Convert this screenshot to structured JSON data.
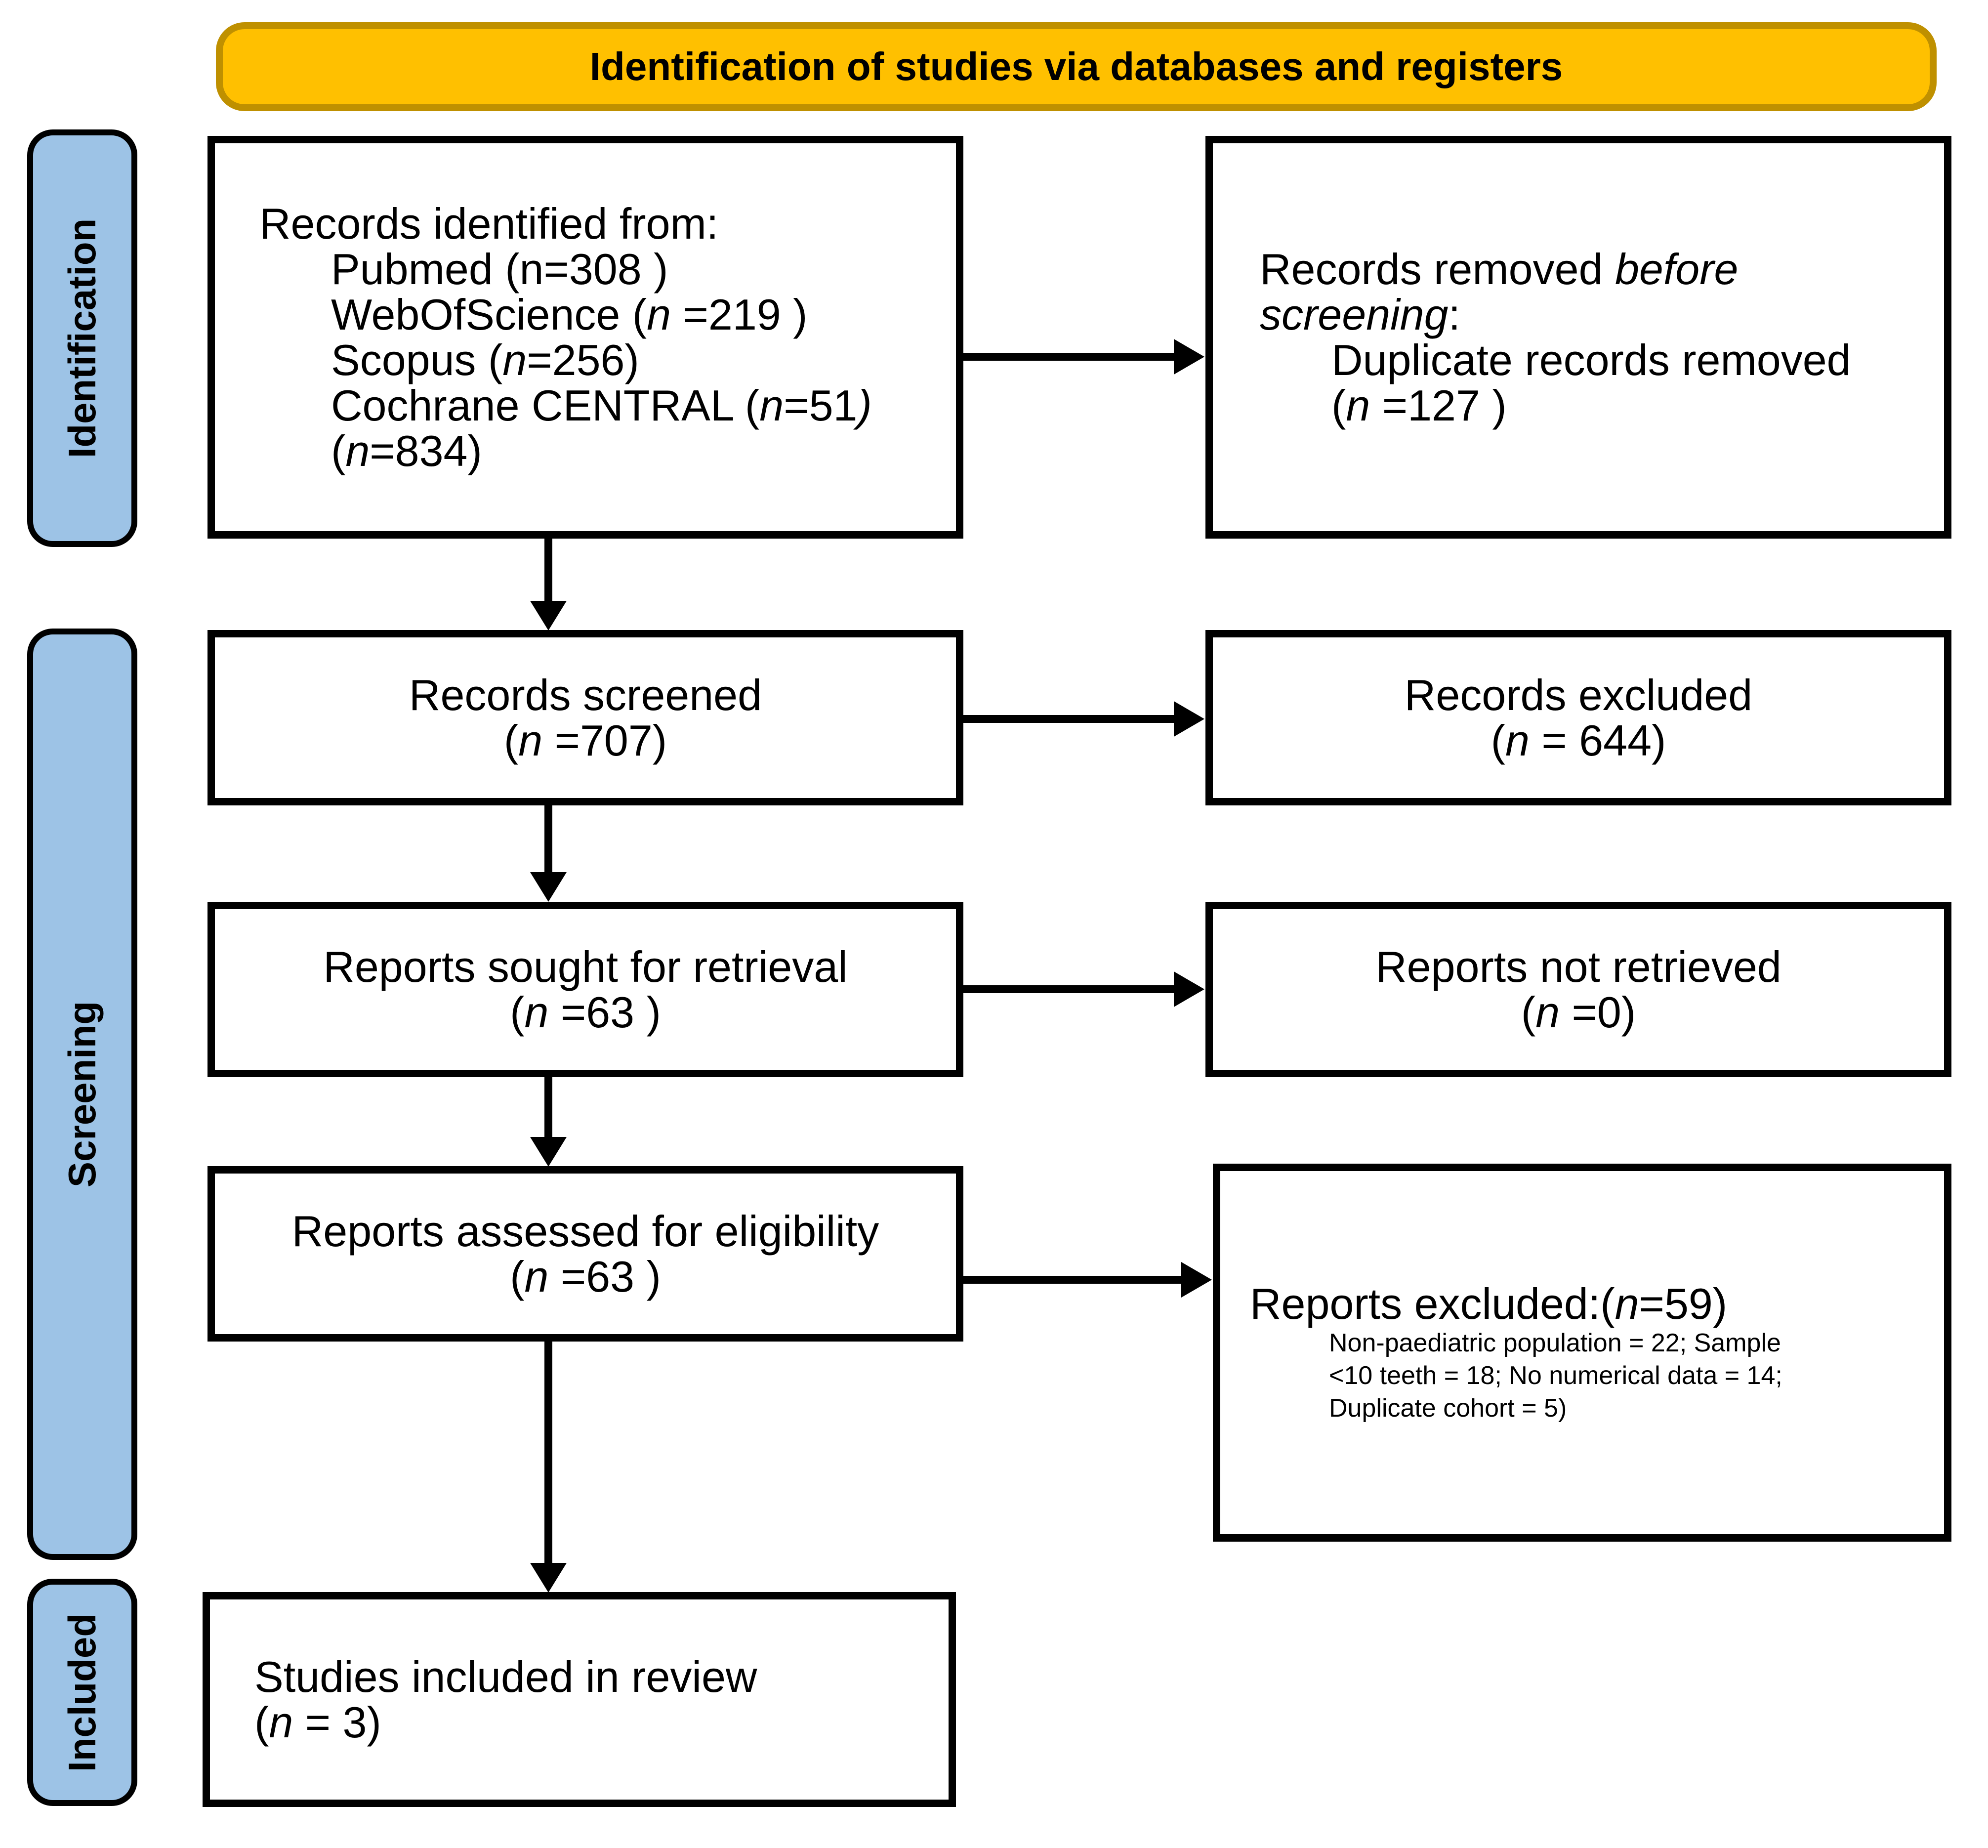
{
  "banner": {
    "title": "Identification of studies via databases and registers"
  },
  "colors": {
    "banner_fill": "#FFC000",
    "banner_border": "#BF9000",
    "stage_fill": "#9DC3E6",
    "stage_border": "#000000",
    "box_border": "#000000",
    "arrow": "#000000"
  },
  "stages": {
    "identification": {
      "label": "Identification"
    },
    "screening": {
      "label": "Screening"
    },
    "included": {
      "label": "Included"
    }
  },
  "boxes": {
    "records_identified": {
      "lines": [
        {
          "runs": [
            {
              "t": "Records identified from:"
            }
          ]
        },
        {
          "runs": [
            {
              "t": "Pubmed (n=308 )"
            }
          ]
        },
        {
          "runs": [
            {
              "t": "WebOfScience ("
            },
            {
              "t": "n",
              "i": true
            },
            {
              "t": " =219 )"
            }
          ]
        },
        {
          "runs": [
            {
              "t": "Scopus ("
            },
            {
              "t": "n",
              "i": true
            },
            {
              "t": "=256)"
            }
          ]
        },
        {
          "runs": [
            {
              "t": "Cochrane CENTRAL ("
            },
            {
              "t": "n",
              "i": true
            },
            {
              "t": "=51"
            },
            {
              "t": ")",
              "i": true
            }
          ]
        },
        {
          "runs": [
            {
              "t": "("
            },
            {
              "t": "n",
              "i": true
            },
            {
              "t": "=834)"
            }
          ]
        }
      ]
    },
    "records_removed": {
      "lines": [
        {
          "runs": [
            {
              "t": "Records removed "
            },
            {
              "t": "before",
              "i": true
            }
          ]
        },
        {
          "runs": [
            {
              "t": "screening",
              "i": true
            },
            {
              "t": ":"
            }
          ]
        },
        {
          "runs": [
            {
              "t": "Duplicate records removed"
            }
          ]
        },
        {
          "runs": [
            {
              "t": "("
            },
            {
              "t": "n",
              "i": true
            },
            {
              "t": " =127 )"
            }
          ]
        }
      ]
    },
    "records_screened": {
      "lines": [
        {
          "runs": [
            {
              "t": "Records screened"
            }
          ]
        },
        {
          "runs": [
            {
              "t": "("
            },
            {
              "t": "n",
              "i": true
            },
            {
              "t": " =707)"
            }
          ]
        }
      ]
    },
    "records_excluded": {
      "lines": [
        {
          "runs": [
            {
              "t": "Records excluded"
            }
          ]
        },
        {
          "runs": [
            {
              "t": "("
            },
            {
              "t": "n",
              "i": true
            },
            {
              "t": " = 644)"
            }
          ]
        }
      ]
    },
    "reports_sought": {
      "lines": [
        {
          "runs": [
            {
              "t": "Reports sought for retrieval"
            }
          ]
        },
        {
          "runs": [
            {
              "t": "("
            },
            {
              "t": "n",
              "i": true
            },
            {
              "t": " =63 )"
            }
          ]
        }
      ]
    },
    "reports_not_retrieved": {
      "lines": [
        {
          "runs": [
            {
              "t": "Reports not retrieved"
            }
          ]
        },
        {
          "runs": [
            {
              "t": "("
            },
            {
              "t": "n",
              "i": true
            },
            {
              "t": " =0)"
            }
          ]
        }
      ]
    },
    "reports_assessed": {
      "lines": [
        {
          "runs": [
            {
              "t": "Reports assessed for eligibility"
            }
          ]
        },
        {
          "runs": [
            {
              "t": "("
            },
            {
              "t": "n",
              "i": true
            },
            {
              "t": " =63 )"
            }
          ]
        }
      ]
    },
    "reports_excluded": {
      "heading_runs": [
        {
          "t": "Reports excluded:("
        },
        {
          "t": "n",
          "i": true
        },
        {
          "t": "=59)"
        }
      ],
      "reasons": [
        {
          "runs": [
            {
              "t": "Non-paediatric population = 22; Sample"
            }
          ]
        },
        {
          "runs": [
            {
              "t": "<10 teeth = 18; No numerical data = 14;"
            }
          ]
        },
        {
          "runs": [
            {
              "t": "Duplicate cohort = 5)"
            }
          ]
        }
      ]
    },
    "studies_included": {
      "lines": [
        {
          "runs": [
            {
              "t": "Studies included in review"
            }
          ]
        },
        {
          "runs": [
            {
              "t": "("
            },
            {
              "t": "n",
              "i": true
            },
            {
              "t": " = 3)"
            }
          ]
        }
      ]
    }
  }
}
